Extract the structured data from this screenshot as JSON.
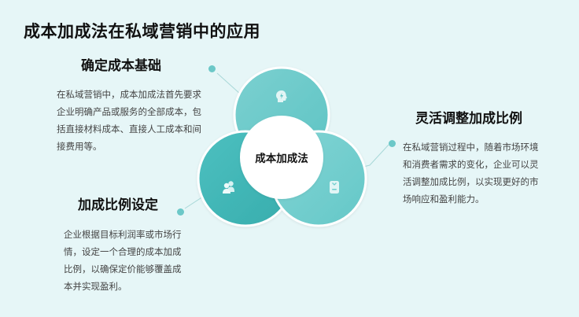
{
  "title": "成本加成法在私域营销中的应用",
  "center": {
    "label": "成本加成法"
  },
  "sections": [
    {
      "heading": "确定成本基础",
      "text": "在私域营销中，成本加成法首先要求企业明确产品或服务的全部成本，包括直接材料成本、直接人工成本和间接费用等。",
      "icon": "lightbulb-head-icon",
      "position": "top"
    },
    {
      "heading": "灵活调整加成比例",
      "text": "在私域营销过程中，随着市场环境和消费者需求的变化，企业可以灵活调整加成比例，以实现更好的市场响应和盈利能力。",
      "icon": "clipboard-icon",
      "position": "right"
    },
    {
      "heading": "加成比例设定",
      "text": "企业根据目标利润率或市场行情，设定一个合理的成本加成比例，以确保定价能够覆盖成本并实现盈利。",
      "icon": "users-icon",
      "position": "left"
    }
  ],
  "colors": {
    "background": "#e6f6f7",
    "circle_top": "#6fcaca",
    "circle_left": "#45b9b9",
    "circle_right": "#74cfcf",
    "dot": "#6cc8c8",
    "connector": "#a8d8d8",
    "center_fill": "#ffffff"
  }
}
